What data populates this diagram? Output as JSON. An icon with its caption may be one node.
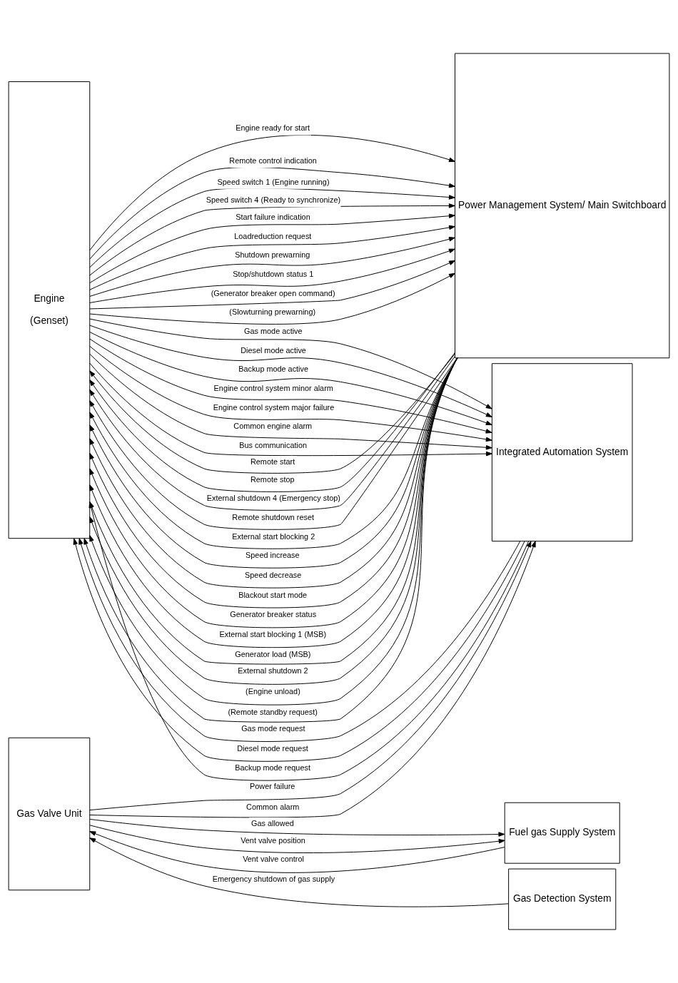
{
  "diagram": {
    "nodes": [
      {
        "text": [
          "Engine",
          "(Genset)"
        ]
      },
      {
        "text": [
          "Gas Valve Unit"
        ]
      },
      {
        "text": [
          "Power Management System/ Main Switchboard"
        ]
      },
      {
        "text": [
          "Integrated Automation System"
        ]
      },
      {
        "text": [
          "Fuel gas Supply System"
        ]
      },
      {
        "text": [
          "Gas Detection System"
        ]
      }
    ],
    "edges": [
      {
        "from": 0,
        "to": 2,
        "arrow": "to",
        "label": "Engine ready for start"
      },
      {
        "from": 0,
        "to": 2,
        "arrow": "to",
        "label": "Remote control indication"
      },
      {
        "from": 0,
        "to": 2,
        "arrow": "to",
        "label": "Speed switch 1 (Engine running)"
      },
      {
        "from": 0,
        "to": 2,
        "arrow": "to",
        "label": "Speed switch 4 (Ready to synchronize)"
      },
      {
        "from": 0,
        "to": 2,
        "arrow": "to",
        "label": "Start failure indication"
      },
      {
        "from": 0,
        "to": 2,
        "arrow": "to",
        "label": "Loadreduction request"
      },
      {
        "from": 0,
        "to": 2,
        "arrow": "to",
        "label": "Shutdown prewarning"
      },
      {
        "from": 0,
        "to": 2,
        "arrow": "to",
        "label": "Stop/shutdown status 1"
      },
      {
        "from": 0,
        "to": 2,
        "arrow": "to",
        "label": "(Generator breaker open command)"
      },
      {
        "from": 0,
        "to": 2,
        "arrow": "to",
        "label": "(Slowturning prewarning)"
      },
      {
        "from": 2,
        "to": 0,
        "arrow": "to",
        "label": "Remote start"
      },
      {
        "from": 2,
        "to": 0,
        "arrow": "to",
        "label": "Remote stop"
      },
      {
        "from": 2,
        "to": 0,
        "arrow": "to",
        "label": "External shutdown 4 (Emergency stop)"
      },
      {
        "from": 2,
        "to": 0,
        "arrow": "to",
        "label": "Remote shutdown reset"
      },
      {
        "from": 2,
        "to": 0,
        "arrow": "to",
        "label": "External start blocking 2"
      },
      {
        "from": 2,
        "to": 0,
        "arrow": "to",
        "label": "Speed increase"
      },
      {
        "from": 2,
        "to": 0,
        "arrow": "to",
        "label": "Speed decrease"
      },
      {
        "from": 2,
        "to": 0,
        "arrow": "to",
        "label": "Blackout start mode"
      },
      {
        "from": 2,
        "to": 0,
        "arrow": "to",
        "label": "Generator breaker status"
      },
      {
        "from": 2,
        "to": 0,
        "arrow": "to",
        "label": "External start blocking 1 (MSB)"
      },
      {
        "from": 2,
        "to": 0,
        "arrow": "to",
        "label": "Generator load (MSB)"
      },
      {
        "from": 2,
        "to": 0,
        "arrow": "to",
        "label": "External shutdown 2"
      },
      {
        "from": 2,
        "to": 0,
        "arrow": "to",
        "label": "(Engine unload)"
      },
      {
        "from": 2,
        "to": 0,
        "arrow": "to",
        "label": "(Remote standby request)"
      },
      {
        "from": 3,
        "to": 0,
        "arrow": "to",
        "label": "Gas mode request"
      },
      {
        "from": 3,
        "to": 0,
        "arrow": "to",
        "label": "Diesel mode request"
      },
      {
        "from": 3,
        "to": 0,
        "arrow": "to",
        "label": "Backup mode request"
      },
      {
        "from": 0,
        "to": 3,
        "arrow": "to",
        "label": "Gas mode active"
      },
      {
        "from": 0,
        "to": 3,
        "arrow": "to",
        "label": "Diesel mode active"
      },
      {
        "from": 0,
        "to": 3,
        "arrow": "to",
        "label": "Backup mode active"
      },
      {
        "from": 0,
        "to": 3,
        "arrow": "to",
        "label": "Engine control system minor alarm"
      },
      {
        "from": 0,
        "to": 3,
        "arrow": "to",
        "label": "Engine control system major failure"
      },
      {
        "from": 0,
        "to": 3,
        "arrow": "to",
        "label": "Common engine alarm"
      },
      {
        "from": 0,
        "to": 3,
        "arrow": "to",
        "label": "Bus communication"
      },
      {
        "from": 1,
        "to": 3,
        "arrow": "to",
        "label": "Power failure"
      },
      {
        "from": 1,
        "to": 3,
        "arrow": "to",
        "label": "Common alarm"
      },
      {
        "from": 1,
        "to": 4,
        "arrow": "to",
        "label": "Gas allowed"
      },
      {
        "from": 1,
        "to": 4,
        "arrow": "to",
        "label": "Vent valve position"
      },
      {
        "from": 4,
        "to": 1,
        "arrow": "to",
        "label": "Vent valve control"
      },
      {
        "from": 5,
        "to": 1,
        "arrow": "to",
        "label": "Emergency shutdown of gas supply"
      }
    ]
  }
}
